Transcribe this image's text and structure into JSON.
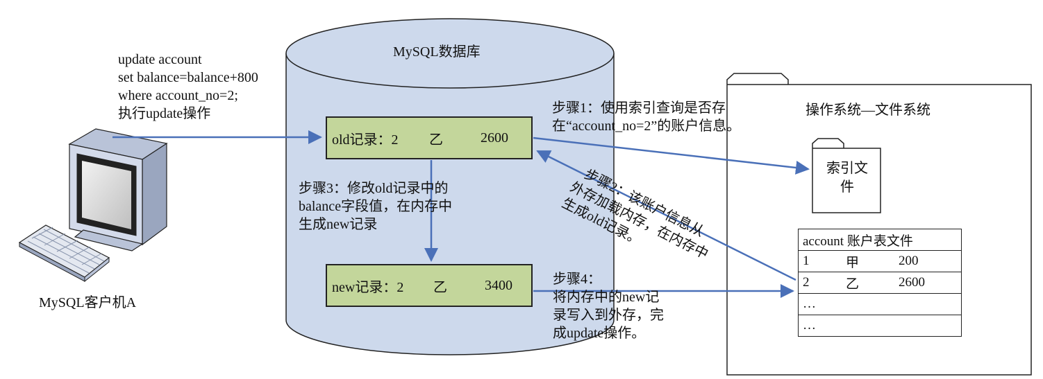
{
  "client": {
    "sql_lines": [
      "update account",
      "set balance=balance+800",
      "where account_no=2;",
      "执行update操作"
    ],
    "label": "MySQL客户机A"
  },
  "database": {
    "title": "MySQL数据库",
    "old_record": {
      "label": "old记录：2",
      "name": "乙",
      "value": "2600"
    },
    "new_record": {
      "label": "new记录：2",
      "name": "乙",
      "value": "3400"
    },
    "step3": [
      "步骤3：修改old记录中的",
      "balance字段值，在内存中",
      "生成new记录"
    ]
  },
  "steps": {
    "step1": [
      "步骤1：使用索引查询是否存",
      "在“account_no=2”的账户信息。"
    ],
    "step2": [
      "步骤2：该账户信息从",
      "外存加载内存，在内存中",
      "生成old记录。"
    ],
    "step4": [
      "步骤4：",
      "将内存中的new记",
      "录写入到外存，完",
      "成update操作。"
    ]
  },
  "filesystem": {
    "title": "操作系统—文件系统",
    "index_file": [
      "索引文",
      "件"
    ],
    "account_table": {
      "header": "account 账户表文件",
      "rows": [
        [
          "1",
          "甲",
          "200"
        ],
        [
          "2",
          "乙",
          "2600"
        ],
        [
          "…",
          "",
          ""
        ],
        [
          "…",
          "",
          ""
        ]
      ]
    }
  },
  "colors": {
    "arrow": "#4a70b8",
    "cylinder_fill": "#cdd9ec",
    "record_fill": "#c3d69b",
    "monitor_body": "#c7cfdf",
    "outline": "#222222"
  }
}
